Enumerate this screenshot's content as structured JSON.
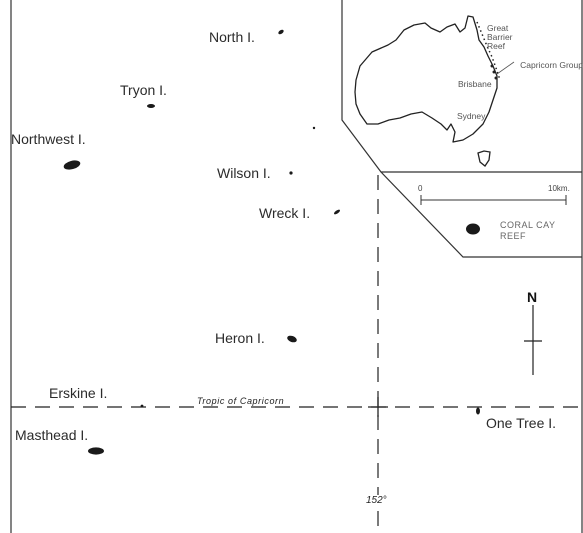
{
  "map": {
    "islands": [
      {
        "label": "North I."
      },
      {
        "label": "Tryon I."
      },
      {
        "label": "Northwest I."
      },
      {
        "label": "Wilson I."
      },
      {
        "label": "Wreck I."
      },
      {
        "label": "Heron I."
      },
      {
        "label": "Erskine I."
      },
      {
        "label": "Masthead I."
      },
      {
        "label": "One Tree I."
      }
    ],
    "tropic_label": "Tropic of Capricorn",
    "longitude_label": "152°",
    "north_label": "N"
  },
  "inset": {
    "labels": {
      "great_barrier_reef": "Great Barrier Reef",
      "capricorn_group": "Capricorn Group",
      "brisbane": "Brisbane",
      "sydney": "Sydney"
    }
  },
  "scale_bar": {
    "start_label": "0",
    "end_label": "10km."
  },
  "legend": {
    "item_label": "CORAL CAY REEF"
  },
  "colors": {
    "island_fill": "#1a1a1a",
    "line": "#222222"
  }
}
